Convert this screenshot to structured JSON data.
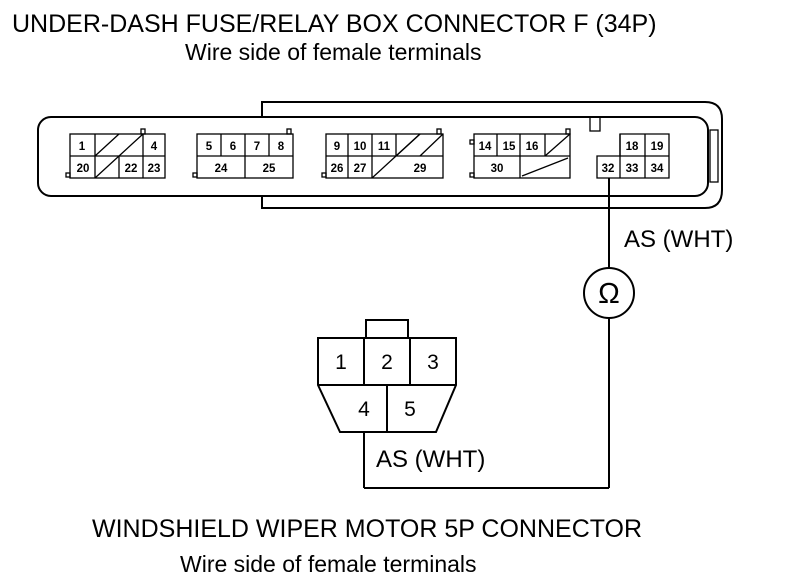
{
  "header": {
    "title": "UNDER-DASH FUSE/RELAY BOX CONNECTOR F (34P)",
    "subtitle": "Wire side of female terminals"
  },
  "connector_f": {
    "group1": {
      "top": [
        "1",
        "4"
      ],
      "bottom": [
        "20",
        "22",
        "23"
      ]
    },
    "group2": {
      "top": [
        "5",
        "6",
        "7",
        "8"
      ],
      "bottom": [
        "24",
        "25"
      ]
    },
    "group3": {
      "top": [
        "9",
        "10",
        "11"
      ],
      "bottom": [
        "26",
        "27",
        "29"
      ]
    },
    "group4": {
      "top": [
        "14",
        "15",
        "16"
      ],
      "bottom": [
        "30"
      ]
    },
    "group5": {
      "top": [
        "18",
        "19"
      ],
      "bottom": [
        "32",
        "33",
        "34"
      ]
    }
  },
  "wire_label_top": "AS (WHT)",
  "wire_label_bottom": "AS (WHT)",
  "ohm_symbol": "Ω",
  "motor_connector": {
    "pins": [
      "1",
      "2",
      "3",
      "4",
      "5"
    ]
  },
  "footer": {
    "title": "WINDSHIELD WIPER MOTOR 5P CONNECTOR",
    "subtitle": "Wire side of female terminals"
  }
}
